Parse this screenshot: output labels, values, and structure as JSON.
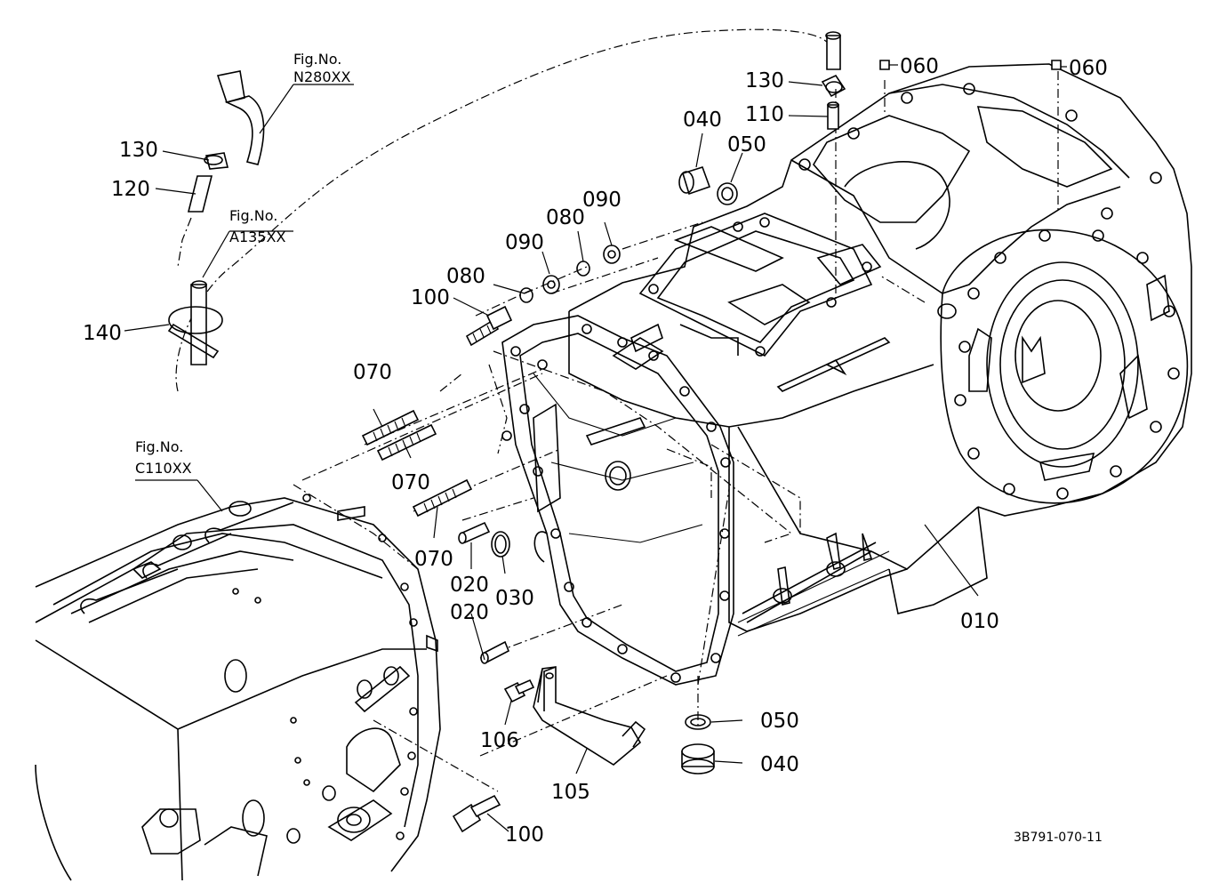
{
  "diagram": {
    "drawing_code": "3B791-070-11",
    "figure_refs": [
      {
        "id": "n280",
        "line1": "Fig.No.",
        "line2": "N280XX"
      },
      {
        "id": "a135",
        "line1": "Fig.No.",
        "line2": "A135XX"
      },
      {
        "id": "c110",
        "line1": "Fig.No.",
        "line2": "C110XX"
      }
    ],
    "callouts": [
      {
        "id": "c060a",
        "text": "060"
      },
      {
        "id": "c060b",
        "text": "060"
      },
      {
        "id": "c130a",
        "text": "130"
      },
      {
        "id": "c110",
        "text": "110"
      },
      {
        "id": "c040a",
        "text": "040"
      },
      {
        "id": "c050a",
        "text": "050"
      },
      {
        "id": "c130b",
        "text": "130"
      },
      {
        "id": "c120",
        "text": "120"
      },
      {
        "id": "c090a",
        "text": "090"
      },
      {
        "id": "c080a",
        "text": "080"
      },
      {
        "id": "c090b",
        "text": "090"
      },
      {
        "id": "c080b",
        "text": "080"
      },
      {
        "id": "c100a",
        "text": "100"
      },
      {
        "id": "c140",
        "text": "140"
      },
      {
        "id": "c070a",
        "text": "070"
      },
      {
        "id": "c070b",
        "text": "070"
      },
      {
        "id": "c070c",
        "text": "070"
      },
      {
        "id": "c020a",
        "text": "020"
      },
      {
        "id": "c030",
        "text": "030"
      },
      {
        "id": "c020b",
        "text": "020"
      },
      {
        "id": "c010",
        "text": "010"
      },
      {
        "id": "c050b",
        "text": "050"
      },
      {
        "id": "c040b",
        "text": "040"
      },
      {
        "id": "c106",
        "text": "106"
      },
      {
        "id": "c105",
        "text": "105"
      },
      {
        "id": "c100b",
        "text": "100"
      }
    ]
  }
}
